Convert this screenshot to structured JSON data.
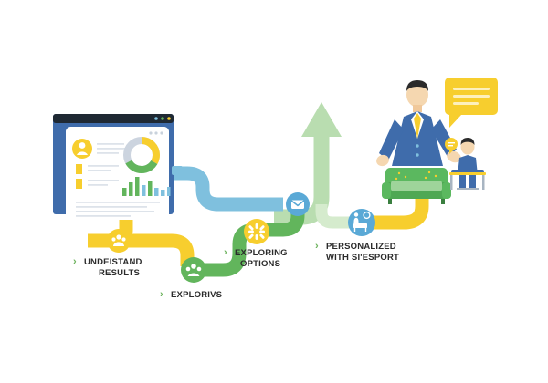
{
  "infographic": {
    "title_visible": false,
    "background_color": "#ffffff",
    "palette": {
      "yellow": "#f7ce2e",
      "yellow_dark": "#edb81f",
      "green": "#62b55c",
      "green_light": "#b9ddb0",
      "blue_light": "#7fc0de",
      "blue_mid": "#5aa9d6",
      "blue_dark": "#41689f",
      "blue_navy": "#3f6cab",
      "text": "#2b2b2b",
      "chevron": "#6cb25c",
      "white": "#ffffff",
      "gray_line": "#d4dbe2",
      "sofa_green": "#5bb85f"
    },
    "steps": [
      {
        "index": 1,
        "label_line1": "UNDEISTAND",
        "label_line2": "RESULTS",
        "marker_color": "#f7ce2e",
        "icon": "group-people-icon",
        "chevron": "›"
      },
      {
        "index": 2,
        "label_line1": "EXPLORIVS",
        "label_line2": "",
        "marker_color": "#62b55c",
        "icon": "group-people-icon",
        "chevron": "›"
      },
      {
        "index": 3,
        "label_line1": "EXPLORING",
        "label_line2": "OPTIONS",
        "marker_color": "#f7ce2e",
        "icon": "gear-settings-icon",
        "chevron": "›"
      },
      {
        "index": 4,
        "label_line1": "PERSONALIZED",
        "label_line2": "WITH SI'ESPORT",
        "marker_color": "#5aa9d6",
        "icon": "desk-workspace-icon",
        "chevron": "›"
      }
    ],
    "markers_extra": [
      {
        "name": "mail-marker",
        "icon": "envelope-mail-icon",
        "color": "#5aa9d6"
      }
    ],
    "browser_window": {
      "name": "dashboard-browser-window",
      "titlebar_dots": [
        "●",
        "●",
        "●"
      ],
      "card_dots": [
        "●",
        "●",
        "●"
      ],
      "avatar_icon": "user-avatar-icon",
      "donut_chart": {
        "type": "pie",
        "title": "",
        "categories": [
          "segment-yellow",
          "segment-green",
          "segment-gray"
        ],
        "values": [
          33,
          34,
          33
        ],
        "colors": [
          "#f7ce2e",
          "#62b55c",
          "#ccd4df"
        ]
      },
      "bar_chart": {
        "type": "bar",
        "categories": [
          "1",
          "2",
          "3",
          "4",
          "5",
          "6",
          "7",
          "8"
        ],
        "values": [
          30,
          55,
          80,
          45,
          62,
          35,
          28,
          40
        ],
        "colors": [
          "#62b55c",
          "#62b55c",
          "#62b55c",
          "#7fc0de",
          "#62b55c",
          "#7fc0de",
          "#7fc0de",
          "#7fc0de"
        ],
        "ylim": [
          0,
          100
        ]
      }
    },
    "illustration": {
      "businessman": {
        "name": "businessman-figure",
        "suit_color": "#3f6cab",
        "tie_color": "#f7ce2e",
        "skin_color": "#f5d7b0",
        "hair_color": "#2b2b2b"
      },
      "speech_bubble": {
        "name": "speech-bubble",
        "color": "#f7ce2e",
        "line_count": 3
      },
      "sofa": {
        "name": "green-sofa",
        "color": "#5bb85f"
      },
      "seated_person": {
        "name": "seated-person-figure",
        "shirt_color": "#3f6cab",
        "badge_icon": "chat-badge-icon",
        "badge_color": "#f7ce2e"
      },
      "wall_art": {
        "name": "wall-picture",
        "color": "#3f6cab"
      }
    },
    "arrow": {
      "name": "upward-growth-arrow",
      "color": "#b9ddb0",
      "direction": "up"
    }
  }
}
